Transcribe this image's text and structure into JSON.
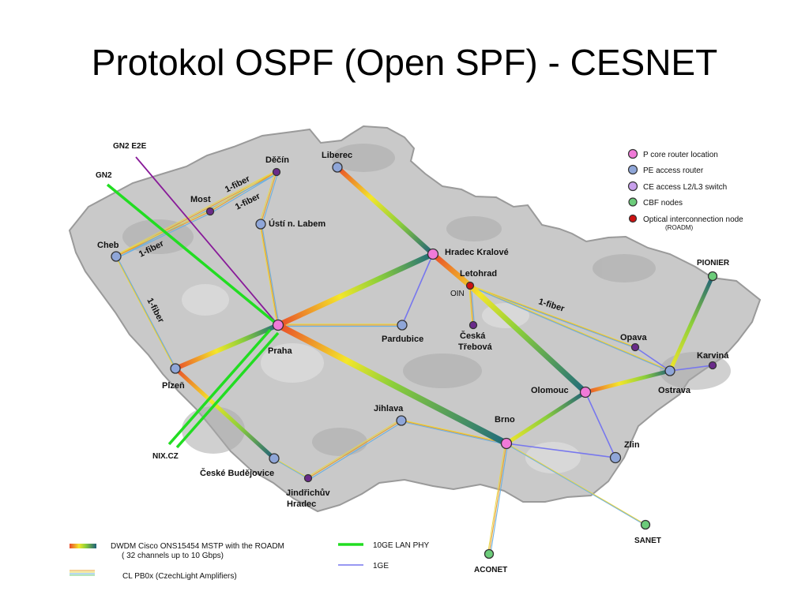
{
  "title": "Protokol OSPF (Open SPF) - CESNET",
  "colors": {
    "core": "#f07ad8",
    "pe": "#8fa6d8",
    "ce": "#c8a0ec",
    "cbf": "#6ccc7a",
    "roadm": "#cc1111",
    "lan10ge": "#22dd22",
    "ge1": "#7777ee"
  },
  "legend": {
    "core_label": "P core router location",
    "pe_label": "PE access router",
    "ce_label": "CE access L2/L3 switch",
    "cbf_label": "CBF nodes",
    "roadm_label": "Optical interconnection node",
    "roadm_sub": "(ROADM)",
    "dwdm_line1": "DWDM Cisco ONS15454 MSTP  with the ROADM",
    "dwdm_line2": "( 32 channels up to  10 Gbps)",
    "lan10ge_label": "10GE LAN PHY",
    "ge1_label": "1GE",
    "clpb_label": "CL PB0x (CzechLight Amplifiers)"
  },
  "cities": {
    "praha": "Praha",
    "decin": "Děčín",
    "liberec": "Liberec",
    "most": "Most",
    "usti": "Ústí n. Labem",
    "cheb": "Cheb",
    "plzen": "Plzeň",
    "hradec": "Hradec Kralové",
    "letohrad": "Letohrad",
    "oin": "OIN",
    "ceska1": "Česká",
    "ceska2": "Třebová",
    "pardubice": "Pardubice",
    "jihlava": "Jihlava",
    "brno": "Brno",
    "olomouc": "Olomouc",
    "opava": "Opava",
    "ostrava": "Ostrava",
    "karvina": "Karviná",
    "zlin": "Zlin",
    "cb": "České Budějovice",
    "jh1": "Jindřichův",
    "jh2": "Hradec"
  },
  "external": {
    "gn2e2e": "GN2 E2E",
    "gn2": "GN2",
    "nixcz": "NIX.CZ",
    "pionier": "PIONIER",
    "sanet": "SANET",
    "aconet": "ACONET"
  },
  "fiber": "1-fiber"
}
